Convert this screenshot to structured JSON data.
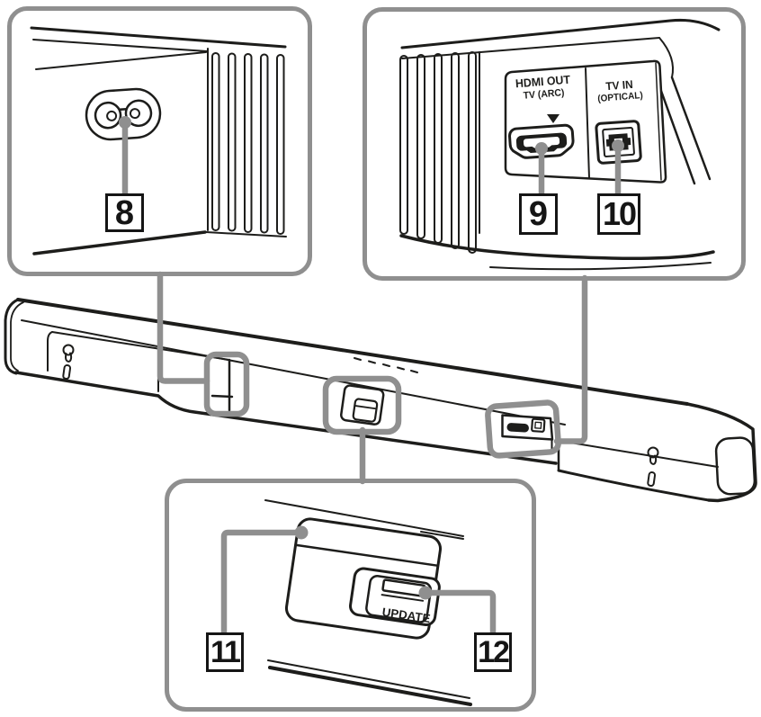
{
  "callouts": {
    "c8": {
      "number": "8"
    },
    "c9": {
      "number": "9"
    },
    "c10": {
      "number": "10"
    },
    "c11": {
      "number": "11"
    },
    "c12": {
      "number": "12"
    }
  },
  "labels": {
    "hdmi_out_line1": "HDMI OUT",
    "hdmi_out_line2": "TV (ARC)",
    "tv_in_line1": "TV IN",
    "tv_in_line2": "(OPTICAL)",
    "update": "UPDATE"
  },
  "colors": {
    "line": "#1d1d1b",
    "callout_gray": "#8f8f8f",
    "background": "#ffffff"
  }
}
